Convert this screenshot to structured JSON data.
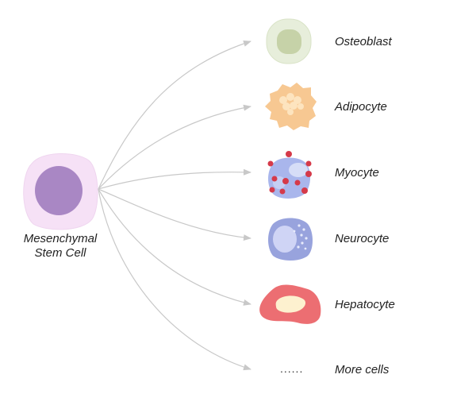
{
  "source": {
    "line1": "Mesenchymal",
    "line2": "Stem Cell"
  },
  "targets": [
    {
      "id": "osteoblast",
      "label": "Osteoblast"
    },
    {
      "id": "adipocyte",
      "label": "Adipocyte"
    },
    {
      "id": "myocyte",
      "label": "Myocyte"
    },
    {
      "id": "neurocyte",
      "label": "Neurocyte"
    },
    {
      "id": "hepatocyte",
      "label": "Hepatocyte"
    },
    {
      "id": "more",
      "label": "More cells",
      "placeholder": "......"
    }
  ],
  "colors": {
    "arrow": "#c8c8c8",
    "stem_outer": "#f6e1f6",
    "stem_nucleus": "#a987c4",
    "osteo_outer": "#e7eedb",
    "osteo_inner": "#c6d2a8",
    "adipo": "#f7c892",
    "adipo_droplet": "#fde4bf",
    "myo_body": "#a9b6ec",
    "myo_light": "#d6ddf7",
    "myo_dots": "#d53a4a",
    "neuro_outer": "#98a3dd",
    "neuro_inner": "#cfd4f5",
    "hepato": "#ec6e72",
    "hepato_nucleus": "#fdf1cf"
  }
}
